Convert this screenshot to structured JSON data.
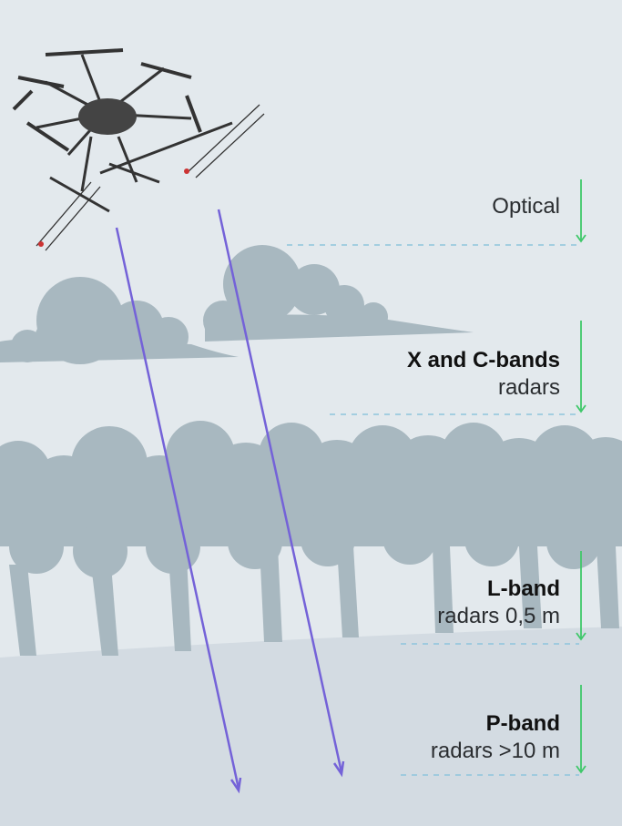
{
  "colors": {
    "sky": "#e3e9ed",
    "ground": "#d3dbe2",
    "vegetation": "#a8b8c0",
    "signal": "#7462d8",
    "arrow": "#3fc86a",
    "level_line": "#8ec5dc"
  },
  "bands": [
    {
      "title": "",
      "subtitle": "Optical"
    },
    {
      "title": "X and C-bands",
      "subtitle": "radars"
    },
    {
      "title": "L-band",
      "subtitle": "radars 0,5 m"
    },
    {
      "title": "P-band",
      "subtitle": "radars >10 m"
    }
  ]
}
